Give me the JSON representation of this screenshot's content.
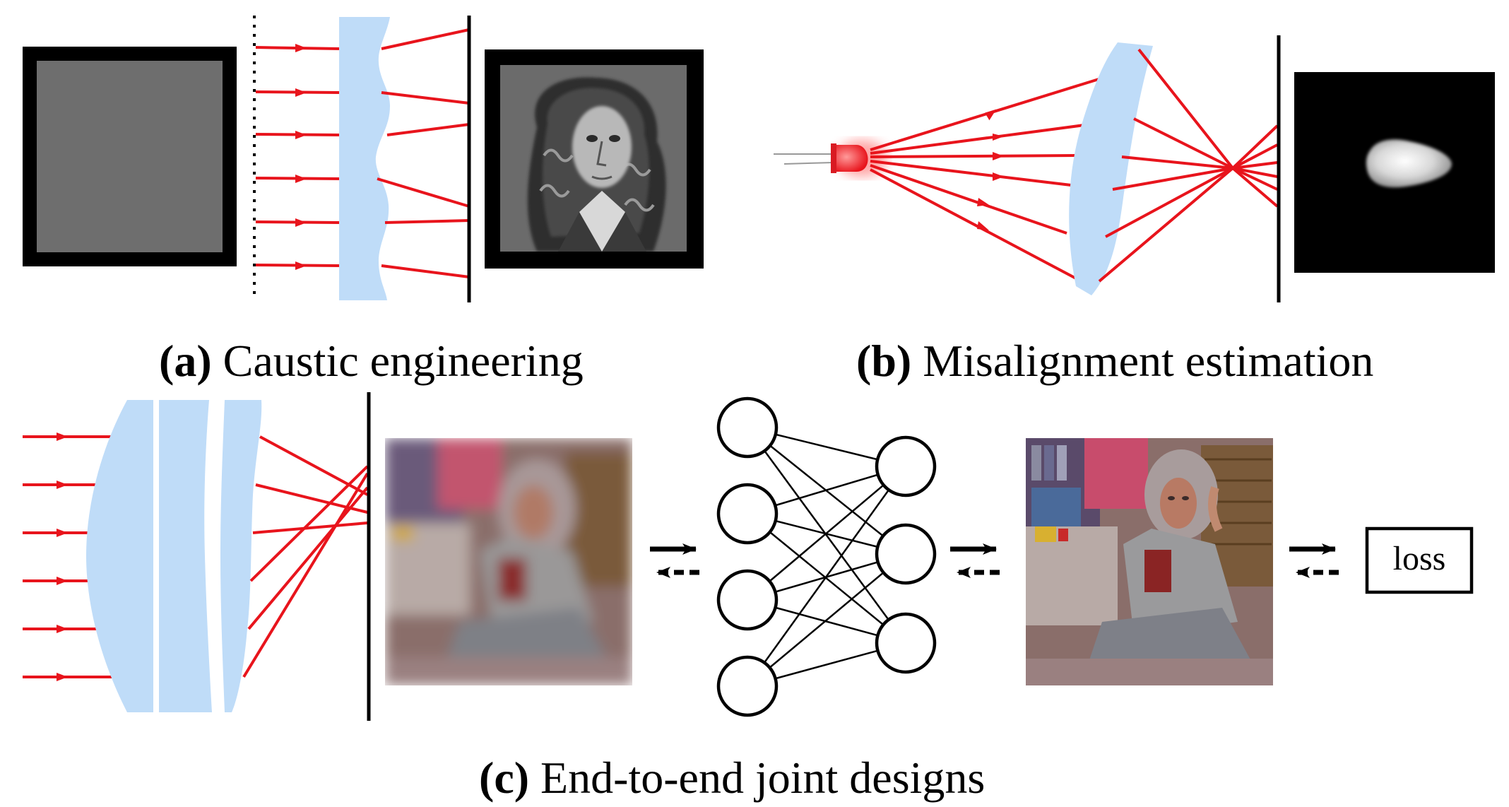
{
  "colors": {
    "ray": "#e8141c",
    "lens": "#bfdcf8",
    "sensor": "#000000",
    "frame": "#000000",
    "gray_target": "#6e6e6e",
    "led_body": "#f2343c",
    "led_glow": "#ff7a7a",
    "background": "#ffffff"
  },
  "panels": {
    "a": {
      "label": "(a)",
      "caption": "Caustic engineering",
      "icons": [
        "uniform-gray-target",
        "collimated-rays",
        "freeform-caustic-lens",
        "sensor-plane",
        "newton-portrait"
      ]
    },
    "b": {
      "label": "(b)",
      "caption": "Misalignment estimation",
      "icons": [
        "led-light-source",
        "diverging-rays",
        "tilted-lens",
        "sensor-plane",
        "misaligned-spot"
      ]
    },
    "c": {
      "label": "(c)",
      "caption": "End-to-end joint designs",
      "icons": [
        "collimated-rays",
        "multi-element-lens",
        "sensor-plane",
        "blurry-photo",
        "neural-network",
        "restored-photo"
      ],
      "loss_label": "loss"
    }
  }
}
